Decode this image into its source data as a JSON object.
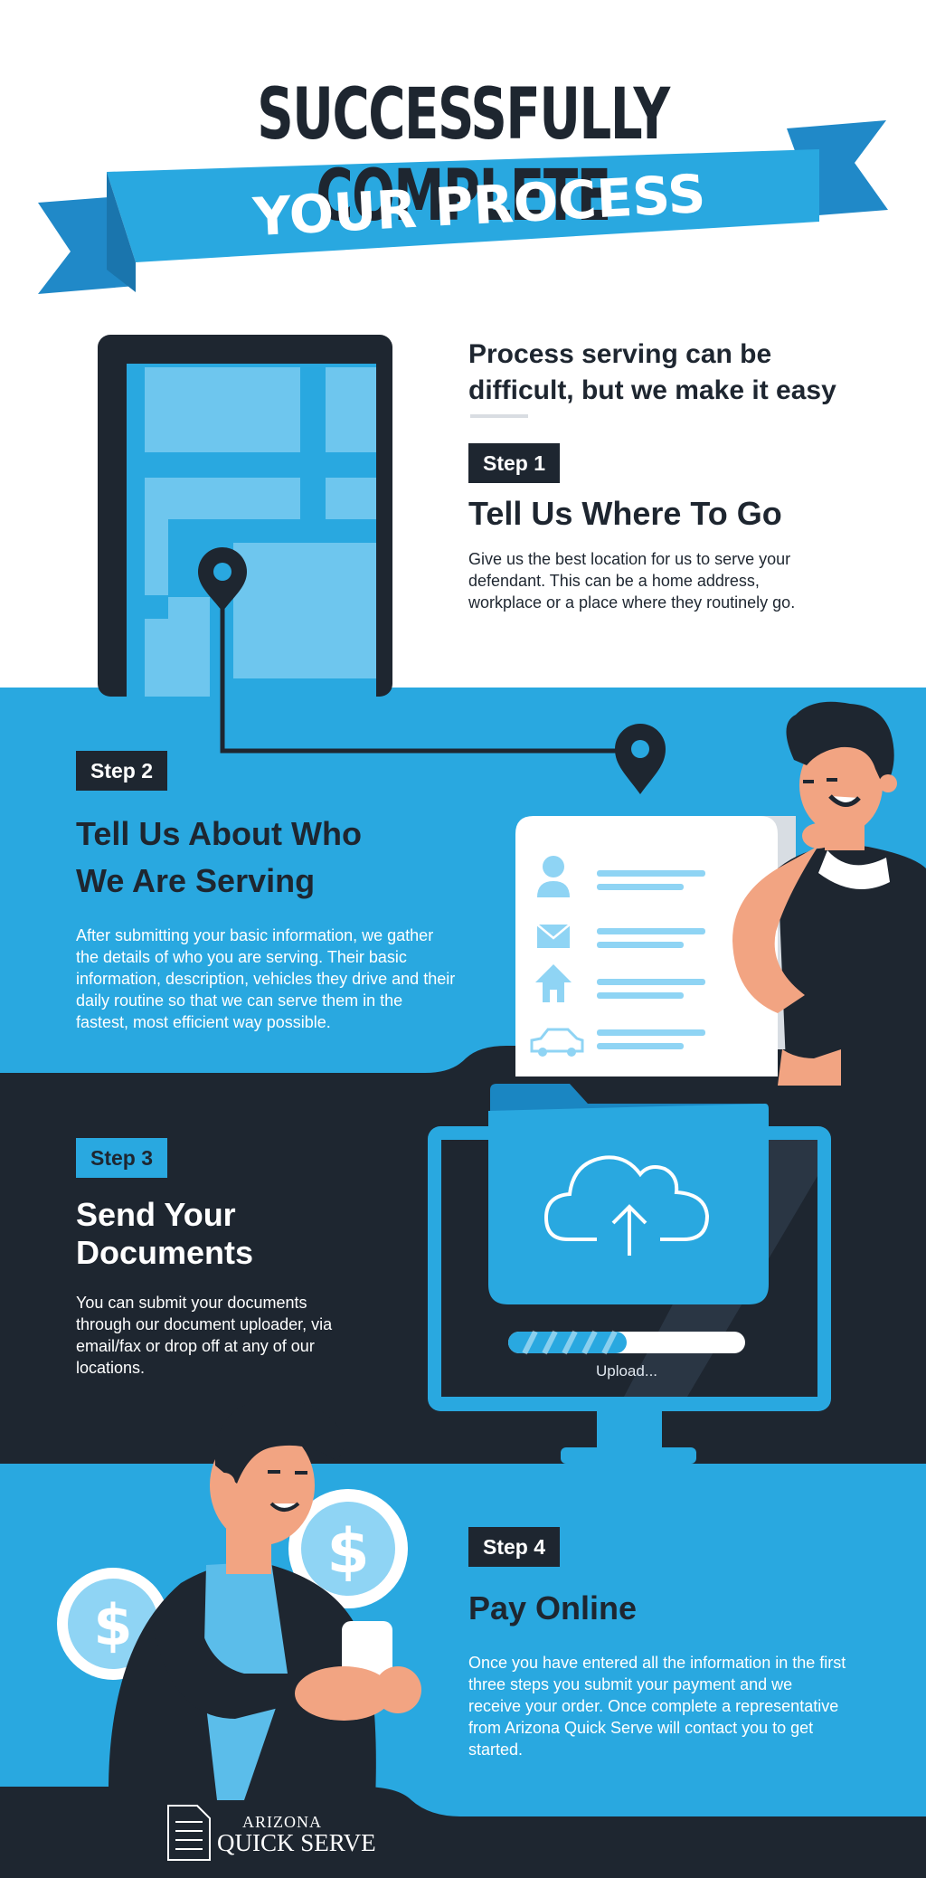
{
  "header": {
    "title_line1": "SUCCESSFULLY COMPLETE",
    "title_line2": "YOUR PROCESS SERVICE"
  },
  "intro": {
    "text": "Process serving can be difficult, but we make it easy"
  },
  "steps": [
    {
      "label": "Step 1",
      "title": "Tell Us Where To Go",
      "body": "Give us the best location for us to serve your defendant. This can be a home address, workplace or a place where they routinely go."
    },
    {
      "label": "Step 2",
      "title_line1": "Tell Us About Who",
      "title_line2": "We Are Serving",
      "body": "After submitting your basic information, we gather the details of who you are serving. Their basic information, description, vehicles they drive and their daily routine so that we can serve them in the fastest, most efficient way possible."
    },
    {
      "label": "Step 3",
      "title_line1": "Send Your",
      "title_line2": "Documents",
      "body": "You can submit your documents through our document uploader, via email/fax or drop off at any of our locations."
    },
    {
      "label": "Step 4",
      "title": "Pay Online",
      "body": "Once you have entered all the information in the first three steps you submit your payment and we receive your order. Once complete a representative from Arizona Quick Serve will contact you to get started."
    }
  ],
  "upload": {
    "label": "Upload...",
    "progress": 0.5
  },
  "footer": {
    "brand_line1": "ARIZONA",
    "brand_line2": "QUICK SERVE"
  },
  "icons": [
    "map-pin-icon",
    "user-icon",
    "mail-icon",
    "home-icon",
    "car-icon",
    "cloud-upload-icon",
    "dollar-coin-icon",
    "document-logo-icon"
  ],
  "colors": {
    "brand_blue": "#29a8e0",
    "dark_navy": "#1e2630",
    "light_blue": "#bfe6f7",
    "skin": "#f2a482"
  }
}
